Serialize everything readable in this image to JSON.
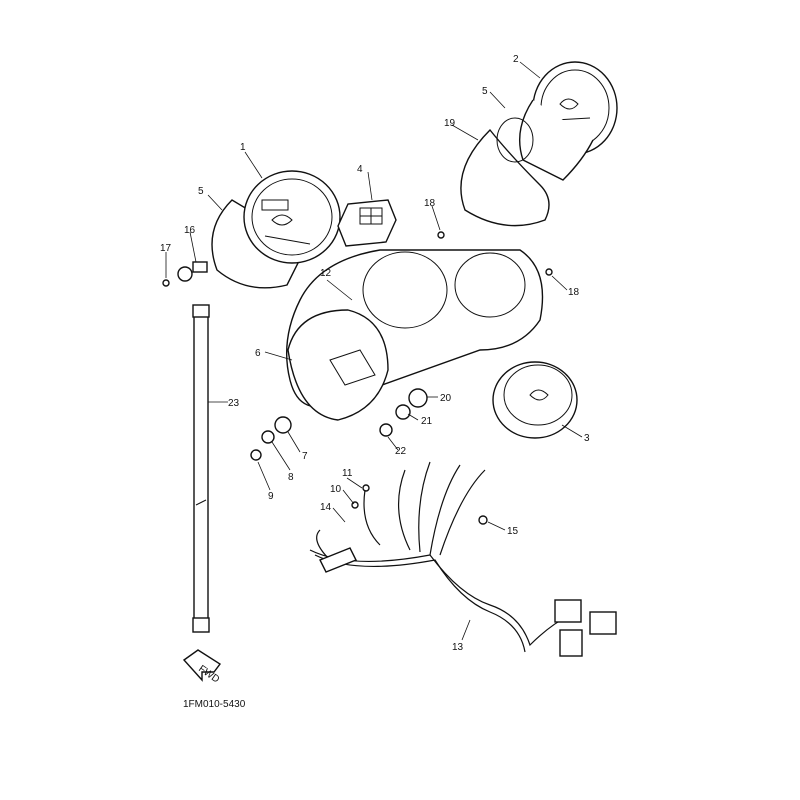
{
  "callouts": [
    {
      "id": "c1",
      "text": "1"
    },
    {
      "id": "c2",
      "text": "2"
    },
    {
      "id": "c3",
      "text": "3"
    },
    {
      "id": "c4",
      "text": "4"
    },
    {
      "id": "c5a",
      "text": "5"
    },
    {
      "id": "c5b",
      "text": "5"
    },
    {
      "id": "c6",
      "text": "6"
    },
    {
      "id": "c7",
      "text": "7"
    },
    {
      "id": "c8",
      "text": "8"
    },
    {
      "id": "c9",
      "text": "9"
    },
    {
      "id": "c10",
      "text": "10"
    },
    {
      "id": "c11",
      "text": "11"
    },
    {
      "id": "c12",
      "text": "12"
    },
    {
      "id": "c13",
      "text": "13"
    },
    {
      "id": "c14",
      "text": "14"
    },
    {
      "id": "c15",
      "text": "15"
    },
    {
      "id": "c16",
      "text": "16"
    },
    {
      "id": "c17",
      "text": "17"
    },
    {
      "id": "c18a",
      "text": "18"
    },
    {
      "id": "c18b",
      "text": "18"
    },
    {
      "id": "c19",
      "text": "19"
    },
    {
      "id": "c20",
      "text": "20"
    },
    {
      "id": "c21",
      "text": "21"
    },
    {
      "id": "c22",
      "text": "22"
    },
    {
      "id": "c23",
      "text": "23"
    }
  ],
  "fwd_label": "FWD",
  "drawing_code": "1FM010-5430"
}
